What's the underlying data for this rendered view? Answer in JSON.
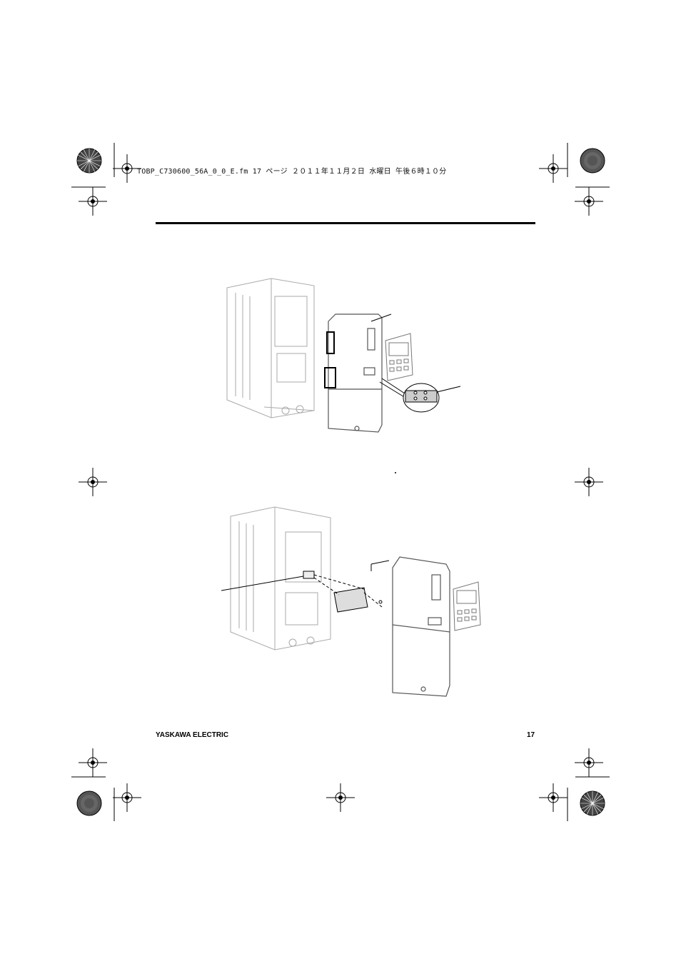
{
  "print_header": {
    "file_info": "TOBP_C730600_56A_0_0_E.fm  17 ページ  ２０１１年１１月２日  水曜日  午後６時１０分"
  },
  "footer": {
    "company": "YASKAWA ELECTRIC",
    "page_number": "17"
  },
  "figures": [
    {
      "name": "drive-front-cover-removed-with-connector-detail"
    },
    {
      "name": "option-card-installation-into-drive"
    }
  ]
}
